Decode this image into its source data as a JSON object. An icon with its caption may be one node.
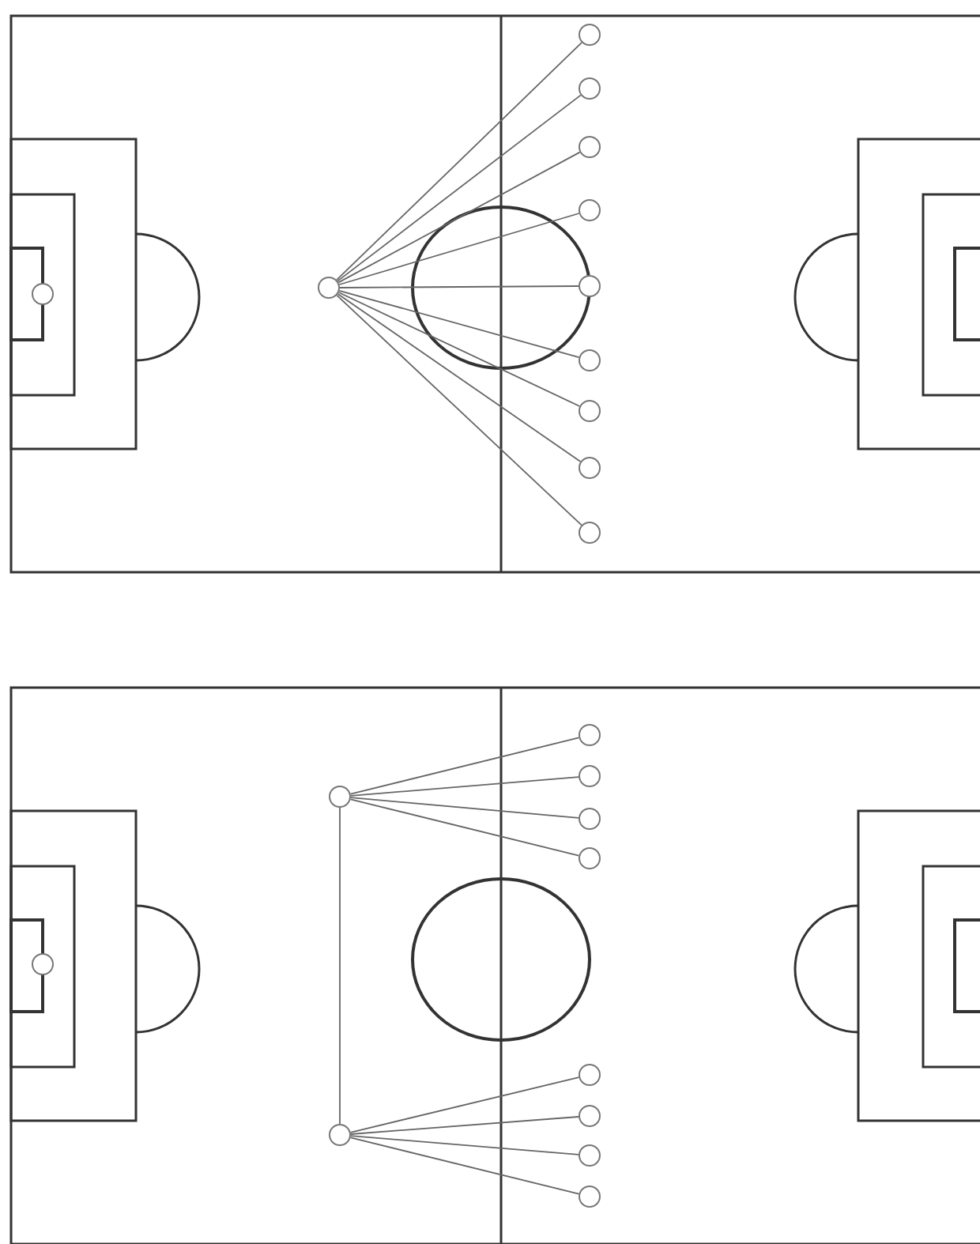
{
  "diagram": {
    "nodes": [
      {
        "text": [],
        "shape": "circle"
      },
      {
        "text": [],
        "shape": "circle"
      },
      {
        "text": [],
        "shape": "circle"
      },
      {
        "text": [],
        "shape": "circle"
      },
      {
        "text": [],
        "shape": "circle"
      },
      {
        "text": [],
        "shape": "circle"
      },
      {
        "text": [],
        "shape": "circle"
      },
      {
        "text": [],
        "shape": "circle"
      },
      {
        "text": [],
        "shape": "circle"
      },
      {
        "text": [],
        "shape": "circle"
      },
      {
        "text": [],
        "shape": "circle"
      },
      {
        "text": [],
        "shape": "circle"
      },
      {
        "text": [],
        "shape": "circle"
      },
      {
        "text": [],
        "shape": "circle"
      },
      {
        "text": [],
        "shape": "circle"
      },
      {
        "text": [],
        "shape": "circle"
      },
      {
        "text": [],
        "shape": "circle"
      },
      {
        "text": [],
        "shape": "circle"
      },
      {
        "text": [],
        "shape": "circle"
      },
      {
        "text": [],
        "shape": "circle"
      },
      {
        "text": [],
        "shape": "circle"
      },
      {
        "text": [],
        "shape": "circle"
      }
    ],
    "edges": [
      {
        "from": 1,
        "to": 2,
        "arrow": "none"
      },
      {
        "from": 1,
        "to": 3,
        "arrow": "none"
      },
      {
        "from": 1,
        "to": 4,
        "arrow": "none"
      },
      {
        "from": 1,
        "to": 5,
        "arrow": "none"
      },
      {
        "from": 1,
        "to": 6,
        "arrow": "none"
      },
      {
        "from": 1,
        "to": 7,
        "arrow": "none"
      },
      {
        "from": 1,
        "to": 8,
        "arrow": "none"
      },
      {
        "from": 1,
        "to": 9,
        "arrow": "none"
      },
      {
        "from": 1,
        "to": 10,
        "arrow": "none"
      },
      {
        "from": 12,
        "to": 13,
        "arrow": "none"
      },
      {
        "from": 12,
        "to": 14,
        "arrow": "none"
      },
      {
        "from": 12,
        "to": 15,
        "arrow": "none"
      },
      {
        "from": 12,
        "to": 16,
        "arrow": "none"
      },
      {
        "from": 12,
        "to": 17,
        "arrow": "none"
      },
      {
        "from": 17,
        "to": 18,
        "arrow": "none"
      },
      {
        "from": 17,
        "to": 19,
        "arrow": "none"
      },
      {
        "from": 17,
        "to": 20,
        "arrow": "none"
      },
      {
        "from": 17,
        "to": 21,
        "arrow": "none"
      }
    ]
  }
}
